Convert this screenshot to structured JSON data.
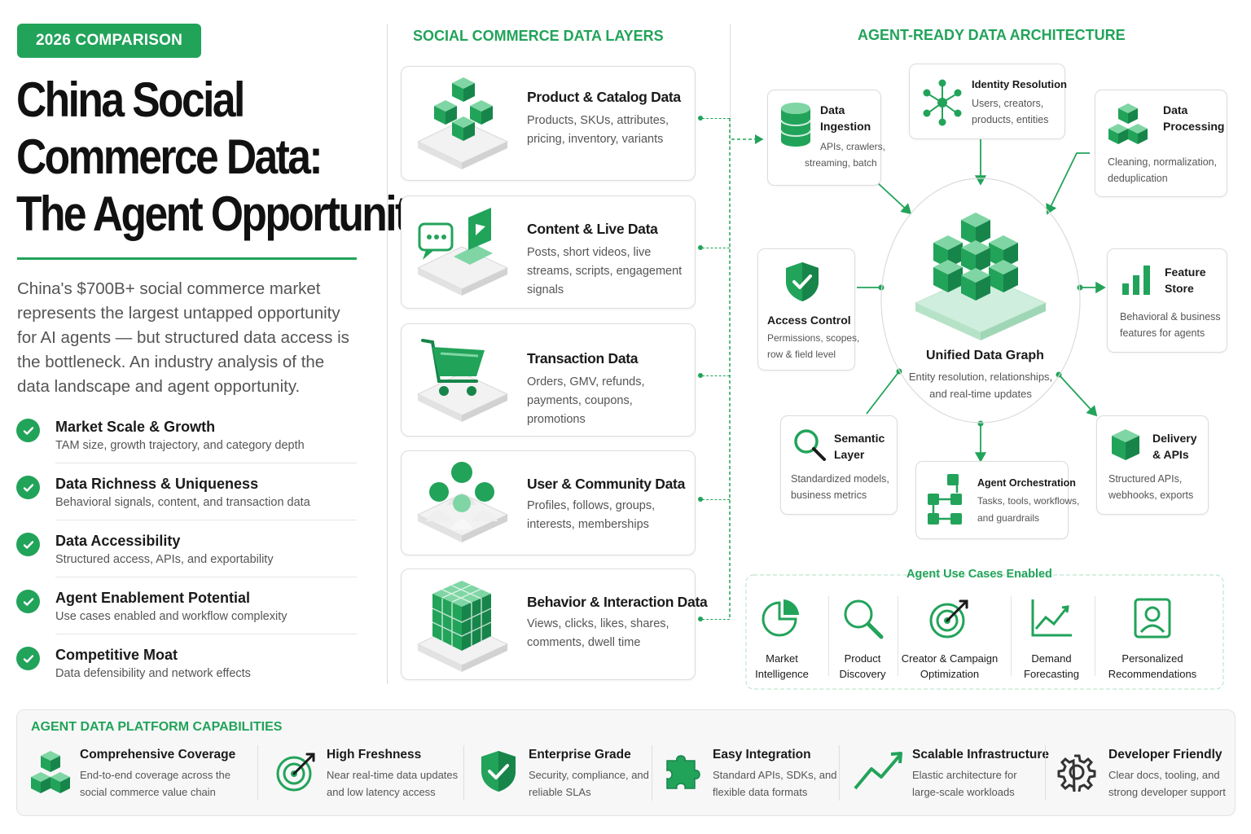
{
  "badge": "2026 COMPARISON",
  "title": {
    "line1": "China Social",
    "line2": "Commerce Data:",
    "line3": "The Agent Opportunity"
  },
  "intro": "China's $700B+ social commerce market represents the largest untapped opportunity for AI agents — but structured data access is the bottleneck. An industry analysis of the data landscape and agent opportunity.",
  "criteria": [
    {
      "title": "Market Scale & Growth",
      "desc": "TAM size, growth trajectory, and category depth"
    },
    {
      "title": "Data Richness & Uniqueness",
      "desc": "Behavioral signals, content, and transaction data"
    },
    {
      "title": "Data Accessibility",
      "desc": "Structured access, APIs, and exportability"
    },
    {
      "title": "Agent Enablement Potential",
      "desc": "Use cases enabled and workflow complexity"
    },
    {
      "title": "Competitive Moat",
      "desc": "Data defensibility and network effects"
    }
  ],
  "layers_heading": "SOCIAL COMMERCE DATA LAYERS",
  "layers": [
    {
      "title": "Product & Catalog Data",
      "desc": "Products, SKUs, attributes, pricing, inventory, variants"
    },
    {
      "title": "Content & Live Data",
      "desc": "Posts, short videos, live streams, scripts, engagement signals"
    },
    {
      "title": "Transaction Data",
      "desc": "Orders, GMV, refunds, payments, coupons, promotions"
    },
    {
      "title": "User & Community Data",
      "desc": "Profiles, follows, groups, interests, memberships"
    },
    {
      "title": "Behavior & Interaction Data",
      "desc": "Views, clicks, likes, shares, comments, dwell time"
    }
  ],
  "arch_heading": "AGENT-READY DATA ARCHITECTURE",
  "arch": {
    "ingestion": {
      "t1": "Data",
      "t2": "Ingestion",
      "d1": "APIs, crawlers,",
      "d2": "streaming, batch"
    },
    "identity": {
      "t": "Identity Resolution",
      "d1": "Users, creators,",
      "d2": "products, entities"
    },
    "processing": {
      "t1": "Data",
      "t2": "Processing",
      "d1": "Cleaning, normalization,",
      "d2": "deduplication"
    },
    "access": {
      "t": "Access Control",
      "d1": "Permissions, scopes,",
      "d2": "row & field level"
    },
    "feature": {
      "t1": "Feature",
      "t2": "Store",
      "d1": "Behavioral & business",
      "d2": "features for agents"
    },
    "hub": {
      "t": "Unified Data Graph",
      "d1": "Entity resolution, relationships,",
      "d2": "and real-time updates"
    },
    "semantic": {
      "t1": "Semantic",
      "t2": "Layer",
      "d1": "Standardized models,",
      "d2": "business metrics"
    },
    "orchestration": {
      "t": "Agent Orchestration",
      "d1": "Tasks, tools, workflows,",
      "d2": "and guardrails"
    },
    "delivery": {
      "t1": "Delivery",
      "t2": "& APIs",
      "d1": "Structured APIs,",
      "d2": "webhooks, exports"
    }
  },
  "use_cases_heading": "Agent Use Cases Enabled",
  "use_cases": [
    {
      "l1": "Market",
      "l2": "Intelligence"
    },
    {
      "l1": "Product",
      "l2": "Discovery"
    },
    {
      "l1": "Creator & Campaign",
      "l2": "Optimization"
    },
    {
      "l1": "Demand",
      "l2": "Forecasting"
    },
    {
      "l1": "Personalized",
      "l2": "Recommendations"
    }
  ],
  "capabilities_heading": "AGENT DATA PLATFORM CAPABILITIES",
  "capabilities": [
    {
      "title": "Comprehensive Coverage",
      "d1": "End-to-end coverage across the",
      "d2": "social commerce value chain"
    },
    {
      "title": "High Freshness",
      "d1": "Near real-time data updates",
      "d2": "and low latency access"
    },
    {
      "title": "Enterprise Grade",
      "d1": "Security, compliance, and",
      "d2": "reliable SLAs"
    },
    {
      "title": "Easy Integration",
      "d1": "Standard APIs, SDKs, and",
      "d2": "flexible data formats"
    },
    {
      "title": "Scalable Infrastructure",
      "d1": "Elastic architecture for",
      "d2": "large-scale workloads"
    },
    {
      "title": "Developer Friendly",
      "d1": "Clear docs, tooling, and",
      "d2": "strong developer support"
    }
  ],
  "colors": {
    "accent": "#22a35a",
    "accent_light": "#cfeedd",
    "text": "#1a1a1a",
    "muted": "#555555"
  }
}
